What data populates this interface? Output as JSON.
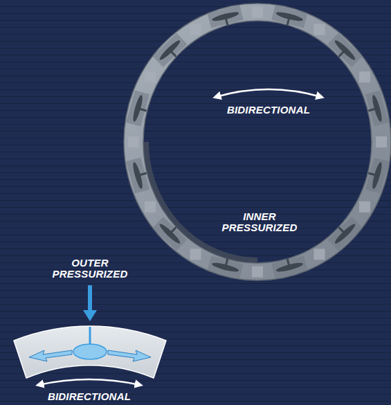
{
  "diagram": {
    "labels": [
      "BIDIRECTIONAL",
      "INNER PRESSURIZED",
      "OUTER PRESSURIZED",
      "BIDIRECTIONAL"
    ]
  }
}
